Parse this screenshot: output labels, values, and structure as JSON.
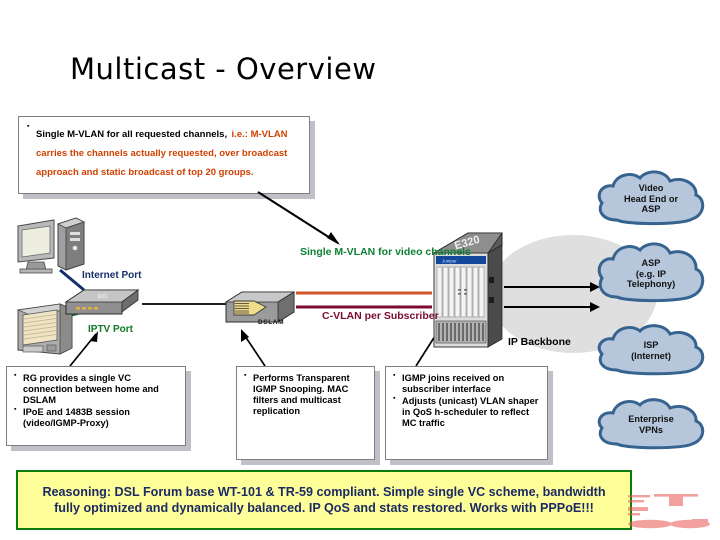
{
  "slide": {
    "title": "Multicast - Overview"
  },
  "top_callout": {
    "line1": "Single M-VLAN  for all requested channels,",
    "line2_prefix": "i.e.: ",
    "line2": "M-VLAN carries the channels actually requested, over broadcast approach and static broadcast of top 20 groups."
  },
  "labels": {
    "internet_port": "Internet Port",
    "iptv_port": "IPTV Port",
    "single_mvlan": "Single M-VLAN for video channels",
    "cvlan_per_subscriber": "C-VLAN per Subscriber",
    "dslam": "DSLAM",
    "ip_backbone": "IP Backbone",
    "rg_device": "RG",
    "e320_device": "E320"
  },
  "callouts": {
    "rg": {
      "items": [
        "RG provides a single VC connection between home and DSLAM",
        "IPoE and 1483B session (video/IGMP-Proxy)"
      ]
    },
    "dslam": {
      "items": [
        "Performs Transparent IGMP Snooping. MAC filters and multicast replication"
      ]
    },
    "e320": {
      "items": [
        "IGMP joins received on subscriber interface",
        "Adjusts (unicast) VLAN shaper in QoS h-scheduler to reflect MC traffic"
      ]
    }
  },
  "clouds": [
    {
      "name": "video-head-end",
      "text": "Video\nHead End or\nASP"
    },
    {
      "name": "asp-telephony",
      "text": "ASP\n(e.g. IP\nTelephony)"
    },
    {
      "name": "isp-internet",
      "text": "ISP\n(Internet)"
    },
    {
      "name": "enterprise-vpns",
      "text": "Enterprise\nVPNs"
    }
  ],
  "banner": {
    "text": "Reasoning: DSL Forum base WT-101 & TR-59 compliant.  Simple single VC scheme, bandwidth fully optimized and dynamically balanced. IP QoS and stats restored. Works with PPPoE!!!"
  },
  "colors": {
    "mvlan_green": "#0E8033",
    "cvlan_maroon": "#7B0C2E",
    "mvlan_line_orange": "#D2562A",
    "internet_navy": "#16306B",
    "iptv_green": "#0E7A23",
    "orange_text": "#D14000",
    "banner_bg": "#FFFF99",
    "banner_border": "#0A7C0A",
    "banner_text": "#1B2A63",
    "cloud_fill": "#B6C7DC",
    "cloud_stroke": "#36638F",
    "backbone_fill": "#DFDFDF"
  }
}
